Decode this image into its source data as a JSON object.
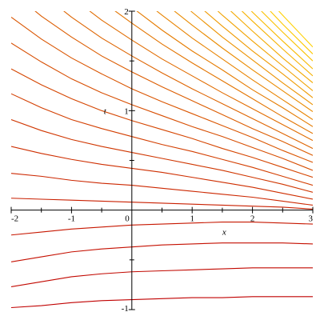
{
  "chart_data": {
    "type": "line",
    "title": "",
    "xlabel": "x",
    "ylabel": "t",
    "xlim": [
      -2,
      3
    ],
    "ylim": [
      -1,
      2
    ],
    "x_ticks": [
      -2,
      -1,
      0,
      1,
      2,
      3
    ],
    "x_tick_labels": [
      "-2",
      "-1",
      "0",
      "1",
      "2",
      "3"
    ],
    "y_ticks": [
      -1,
      1,
      2
    ],
    "y_tick_labels": [
      "-1",
      "1",
      "2"
    ],
    "grid": false,
    "legend": "none",
    "color_low": "#c00000",
    "color_high": "#ffd000",
    "x": [
      -2,
      -1.5,
      -1,
      -0.5,
      0,
      0.5,
      1,
      1.5,
      2,
      2.5,
      3
    ],
    "series": [
      {
        "values": [
          -0.98,
          -0.96,
          -0.93,
          -0.91,
          -0.9,
          -0.89,
          -0.88,
          -0.88,
          -0.87,
          -0.87,
          -0.87
        ]
      },
      {
        "values": [
          -0.77,
          -0.72,
          -0.67,
          -0.64,
          -0.62,
          -0.61,
          -0.6,
          -0.59,
          -0.58,
          -0.58,
          -0.58
        ]
      },
      {
        "values": [
          -0.52,
          -0.47,
          -0.42,
          -0.39,
          -0.37,
          -0.35,
          -0.34,
          -0.33,
          -0.33,
          -0.33,
          -0.34
        ]
      },
      {
        "values": [
          -0.25,
          -0.22,
          -0.19,
          -0.17,
          -0.15,
          -0.14,
          -0.13,
          -0.12,
          -0.12,
          -0.13,
          -0.14
        ]
      },
      {
        "values": [
          0.12,
          0.11,
          0.1,
          0.09,
          0.08,
          0.07,
          0.06,
          0.05,
          0.04,
          0.03,
          0.01
        ]
      },
      {
        "values": [
          0.37,
          0.34,
          0.3,
          0.27,
          0.25,
          0.22,
          0.19,
          0.16,
          0.13,
          0.09,
          0.05
        ]
      },
      {
        "values": [
          0.64,
          0.57,
          0.51,
          0.46,
          0.42,
          0.38,
          0.33,
          0.28,
          0.23,
          0.17,
          0.11
        ]
      },
      {
        "values": [
          0.91,
          0.8,
          0.71,
          0.64,
          0.58,
          0.52,
          0.46,
          0.4,
          0.33,
          0.26,
          0.18
        ]
      },
      {
        "values": [
          1.17,
          1.03,
          0.91,
          0.82,
          0.74,
          0.66,
          0.59,
          0.51,
          0.43,
          0.34,
          0.25
        ]
      },
      {
        "values": [
          1.42,
          1.26,
          1.12,
          1.0,
          0.9,
          0.81,
          0.72,
          0.62,
          0.53,
          0.43,
          0.33
        ]
      },
      {
        "values": [
          1.68,
          1.49,
          1.32,
          1.18,
          1.06,
          0.95,
          0.84,
          0.74,
          0.63,
          0.52,
          0.4
        ]
      },
      {
        "values": [
          1.94,
          1.72,
          1.53,
          1.37,
          1.22,
          1.09,
          0.97,
          0.85,
          0.73,
          0.6,
          0.48
        ]
      },
      {
        "values": [
          2.2,
          1.95,
          1.74,
          1.55,
          1.39,
          1.24,
          1.1,
          0.96,
          0.82,
          0.69,
          0.55
        ]
      },
      {
        "values": [
          2.46,
          2.18,
          1.94,
          1.73,
          1.55,
          1.38,
          1.22,
          1.07,
          0.92,
          0.77,
          0.62
        ]
      },
      {
        "values": [
          2.72,
          2.41,
          2.14,
          1.91,
          1.71,
          1.52,
          1.35,
          1.18,
          1.02,
          0.86,
          0.7
        ]
      },
      {
        "values": [
          2.98,
          2.64,
          2.35,
          2.1,
          1.88,
          1.67,
          1.48,
          1.3,
          1.12,
          0.94,
          0.77
        ]
      },
      {
        "values": [
          3.24,
          2.87,
          2.55,
          2.28,
          2.04,
          1.81,
          1.6,
          1.41,
          1.21,
          1.03,
          0.84
        ]
      },
      {
        "values": [
          3.5,
          3.1,
          2.76,
          2.46,
          2.2,
          1.96,
          1.73,
          1.52,
          1.31,
          1.11,
          0.91
        ]
      },
      {
        "values": [
          3.76,
          3.33,
          2.96,
          2.65,
          2.36,
          2.1,
          1.86,
          1.63,
          1.41,
          1.2,
          0.99
        ]
      },
      {
        "values": [
          4.02,
          3.56,
          3.17,
          2.83,
          2.53,
          2.25,
          1.99,
          1.74,
          1.51,
          1.28,
          1.06
        ]
      },
      {
        "values": [
          4.28,
          3.79,
          3.37,
          3.01,
          2.69,
          2.39,
          2.11,
          1.85,
          1.6,
          1.37,
          1.13
        ]
      },
      {
        "values": [
          4.54,
          4.02,
          3.58,
          3.19,
          2.85,
          2.54,
          2.24,
          1.96,
          1.7,
          1.45,
          1.2
        ]
      },
      {
        "values": [
          4.8,
          4.25,
          3.78,
          3.38,
          3.01,
          2.68,
          2.37,
          2.08,
          1.8,
          1.53,
          1.28
        ]
      },
      {
        "values": [
          5.06,
          4.48,
          3.99,
          3.56,
          3.18,
          2.83,
          2.5,
          2.19,
          1.9,
          1.62,
          1.35
        ]
      },
      {
        "values": [
          5.32,
          4.71,
          4.19,
          3.74,
          3.34,
          2.97,
          2.62,
          2.3,
          1.99,
          1.7,
          1.42
        ]
      },
      {
        "values": [
          5.58,
          4.94,
          4.4,
          3.92,
          3.5,
          3.11,
          2.75,
          2.41,
          2.09,
          1.79,
          1.5
        ]
      },
      {
        "values": [
          5.84,
          5.17,
          4.6,
          4.11,
          3.66,
          3.26,
          2.88,
          2.52,
          2.19,
          1.87,
          1.57
        ]
      },
      {
        "values": [
          6.1,
          5.4,
          4.81,
          4.29,
          3.83,
          3.4,
          3.01,
          2.63,
          2.28,
          1.96,
          1.64
        ]
      }
    ]
  }
}
